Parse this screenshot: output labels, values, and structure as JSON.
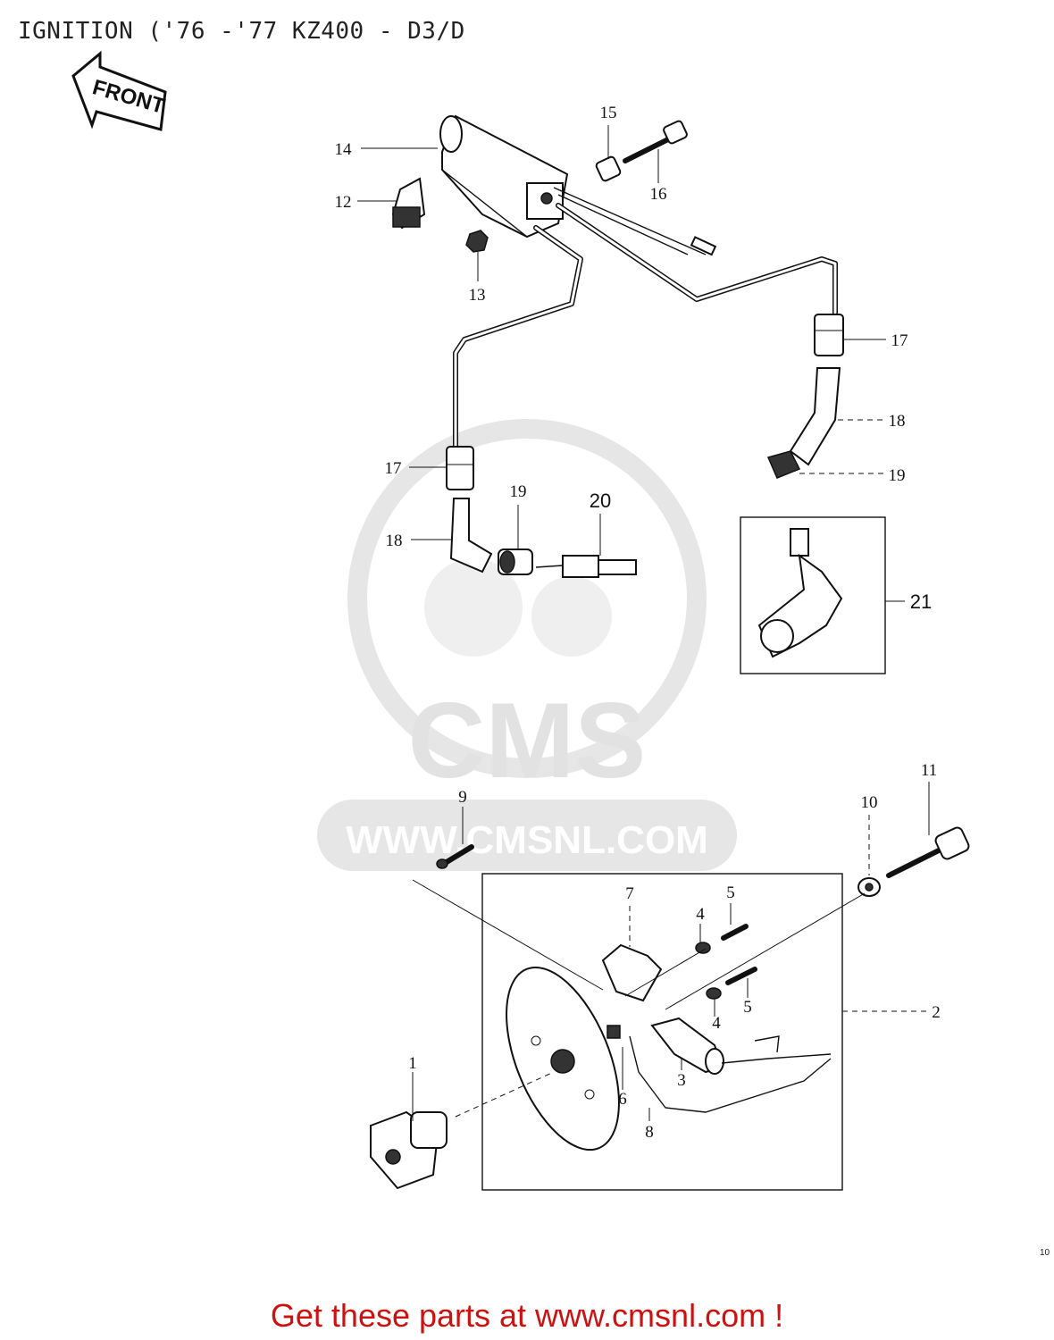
{
  "title": "IGNITION  ('76 -'77 KZ400 - D3/D",
  "front_arrow_label": "FRONT",
  "watermark_text": "CMS",
  "watermark_url": "WWW.CMSNL.COM",
  "page_code": "10",
  "footer_text": "Get these parts at www.cmsnl.com !",
  "callouts": {
    "c1": "1",
    "c2": "2",
    "c3": "3",
    "c4a": "4",
    "c4b": "4",
    "c5a": "5",
    "c5b": "5",
    "c6": "6",
    "c7": "7",
    "c8": "8",
    "c9": "9",
    "c10": "10",
    "c11": "11",
    "c12": "12",
    "c13": "13",
    "c14": "14",
    "c15": "15",
    "c16": "16",
    "c17a": "17",
    "c17b": "17",
    "c18a": "18",
    "c18b": "18",
    "c19a": "19",
    "c19b": "19",
    "c20": "20",
    "c21": "21"
  }
}
